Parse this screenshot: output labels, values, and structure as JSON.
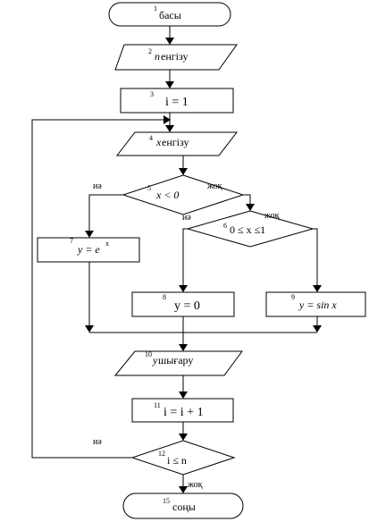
{
  "nodes": [
    {
      "id": 1,
      "shape": "terminal",
      "num": "1",
      "text": "басы"
    },
    {
      "id": 2,
      "shape": "io",
      "num": "2",
      "var": "n",
      "text": " енгізу"
    },
    {
      "id": 3,
      "shape": "process",
      "num": "3",
      "text": "i = 1"
    },
    {
      "id": 4,
      "shape": "io",
      "num": "4",
      "var": "x",
      "text": " енгізу"
    },
    {
      "id": 5,
      "shape": "decision",
      "num": "5",
      "text": "x < 0"
    },
    {
      "id": 6,
      "shape": "decision",
      "num": "6",
      "text": "0 ≤ x ≤1"
    },
    {
      "id": 7,
      "shape": "process",
      "num": "7",
      "text": "y = e",
      "sup": "x"
    },
    {
      "id": 8,
      "shape": "process",
      "num": "8",
      "text": "y = 0"
    },
    {
      "id": 9,
      "shape": "process",
      "num": "9",
      "text": "y = sin x"
    },
    {
      "id": 10,
      "shape": "io",
      "num": "10",
      "var": "y",
      "text": " шығару"
    },
    {
      "id": 11,
      "shape": "process",
      "num": "11",
      "text": "i = i + 1"
    },
    {
      "id": 12,
      "shape": "decision",
      "num": "12",
      "text": "i ≤ n"
    },
    {
      "id": 15,
      "shape": "terminal",
      "num": "15",
      "text": "соңы"
    }
  ],
  "edge_labels": {
    "yes5": "иә",
    "no5": "жоқ",
    "no6": "жоқ",
    "yes6": "иә",
    "yes12": "иә",
    "no12": "жоқ"
  }
}
